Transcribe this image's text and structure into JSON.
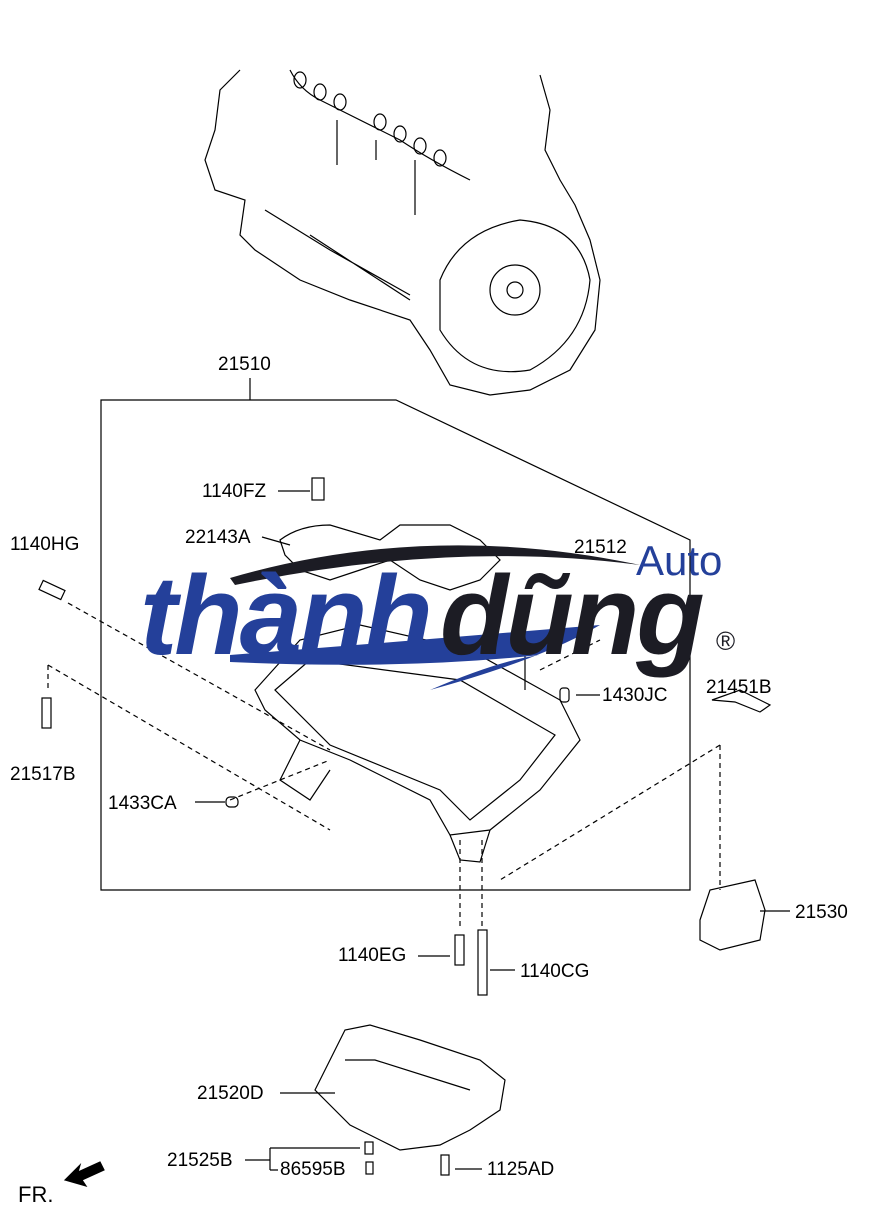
{
  "labels": {
    "l21510": "21510",
    "l1140FZ": "1140FZ",
    "l1140HG": "1140HG",
    "l22143A": "22143A",
    "l21512": "21512",
    "l21451B": "21451B",
    "l1430JC": "1430JC",
    "l21517B": "21517B",
    "l1433CA": "1433CA",
    "l21530": "21530",
    "l1140EG": "1140EG",
    "l1140CG": "1140CG",
    "l21520D": "21520D",
    "l21525B": "21525B",
    "l86595B": "86595B",
    "l1125AD": "1125AD",
    "fr": "FR."
  },
  "watermark": {
    "auto": "Auto",
    "part1": "thành",
    "part2": "dũng",
    "registered": "®",
    "colors": {
      "blue": "#24409a",
      "dark": "#1c1c24"
    }
  }
}
